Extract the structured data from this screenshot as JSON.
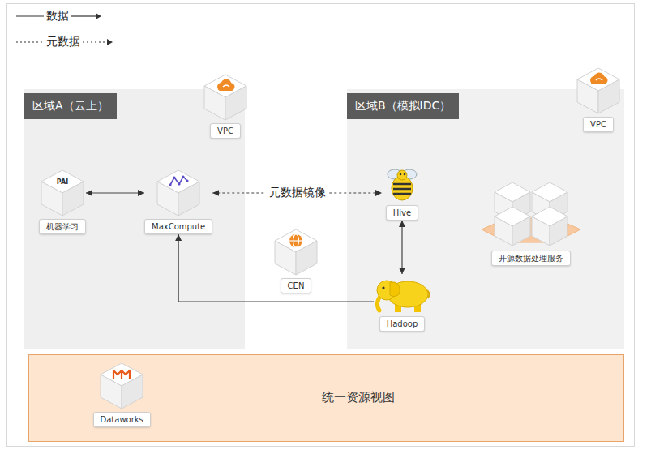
{
  "diagram": {
    "nodes": [
      {
        "text": [
          "区域A（云上）"
        ]
      },
      {
        "text": [
          "VPC"
        ],
        "in": 0
      },
      {
        "text": [
          "区域B（模拟IDC）"
        ]
      },
      {
        "text": [
          "VPC"
        ],
        "in": 2
      },
      {
        "text": [
          "PAI",
          "机器学习"
        ],
        "in": 0
      },
      {
        "text": [
          "MaxCompute"
        ],
        "in": 0
      },
      {
        "text": [
          "Hive"
        ],
        "in": 2
      },
      {
        "text": [
          "开源数据处理服务"
        ],
        "in": 2
      },
      {
        "text": [
          "CEN"
        ]
      },
      {
        "text": [
          "Hadoop"
        ],
        "in": 2
      },
      {
        "text": [
          "统一资源视图"
        ]
      },
      {
        "text": [
          "Dataworks"
        ],
        "in": 10
      }
    ],
    "edges": [
      {
        "from": 4,
        "to": 5,
        "arrow": "both"
      },
      {
        "from": 5,
        "to": 6,
        "label": "元数据镜像",
        "arrow": "both"
      },
      {
        "from": 6,
        "to": 9,
        "arrow": "both"
      },
      {
        "from": 9,
        "to": 5,
        "arrow": "to"
      }
    ],
    "legend": [
      {
        "text": "数据"
      },
      {
        "text": "元数据"
      }
    ]
  }
}
